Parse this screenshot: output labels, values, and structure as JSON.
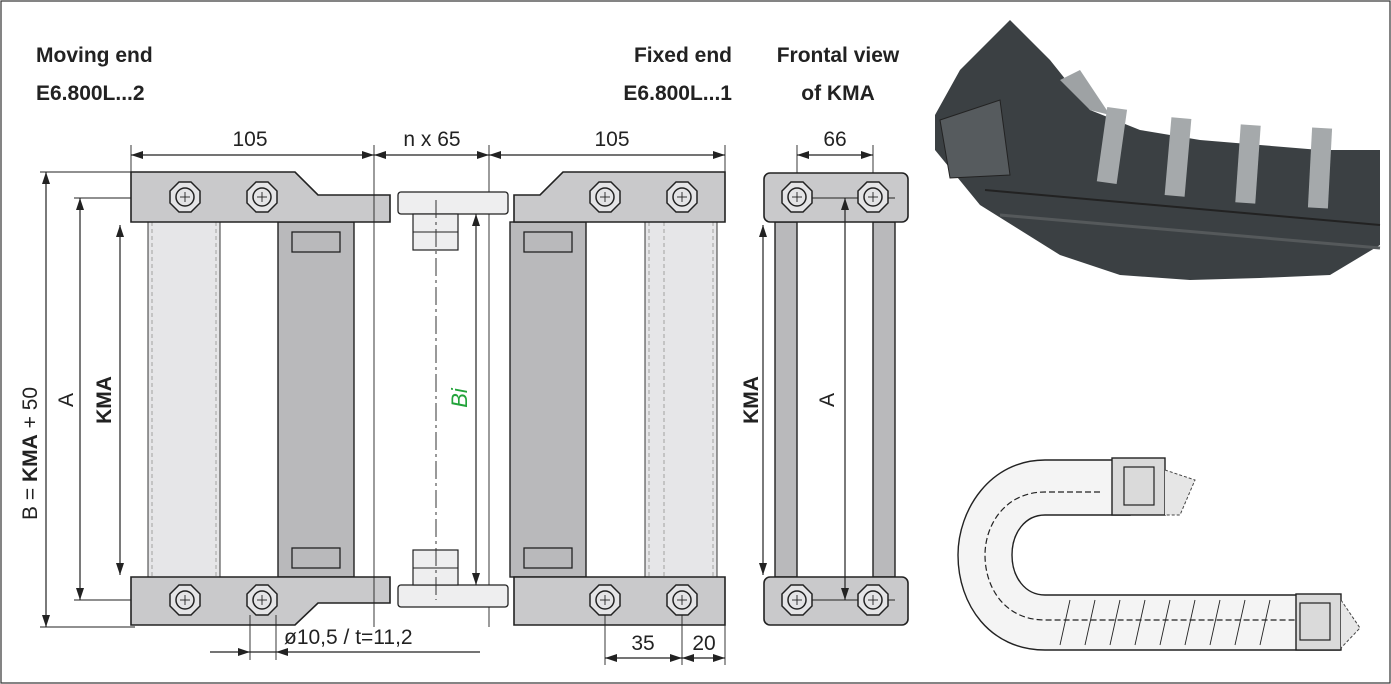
{
  "labels": {
    "moving_end_title": "Moving end",
    "moving_end_code": "E6.800L...2",
    "fixed_end_title": "Fixed end",
    "fixed_end_code": "E6.800L...1",
    "frontal_title": "Frontal view",
    "frontal_sub": "of KMA"
  },
  "dimensions": {
    "width_left": "105",
    "pitch": "n x 65",
    "width_right": "105",
    "frontal_width": "66",
    "hole": "ø10,5 / t=11,2",
    "dim_35": "35",
    "dim_20": "20",
    "b_prefix": "B = ",
    "b_kma": "KMA",
    "b_suffix": " + 50",
    "a_left": "A",
    "kma_left": "KMA",
    "bi": "Bi",
    "kma_right": "KMA",
    "a_right": "A"
  },
  "images": {
    "photo": "cable-chain-photo",
    "schematic": "cable-chain-u-loop-schematic"
  },
  "colors": {
    "plate": "#c9c9cb",
    "band": "#b9b9bb",
    "bi_label": "#22a33a"
  }
}
